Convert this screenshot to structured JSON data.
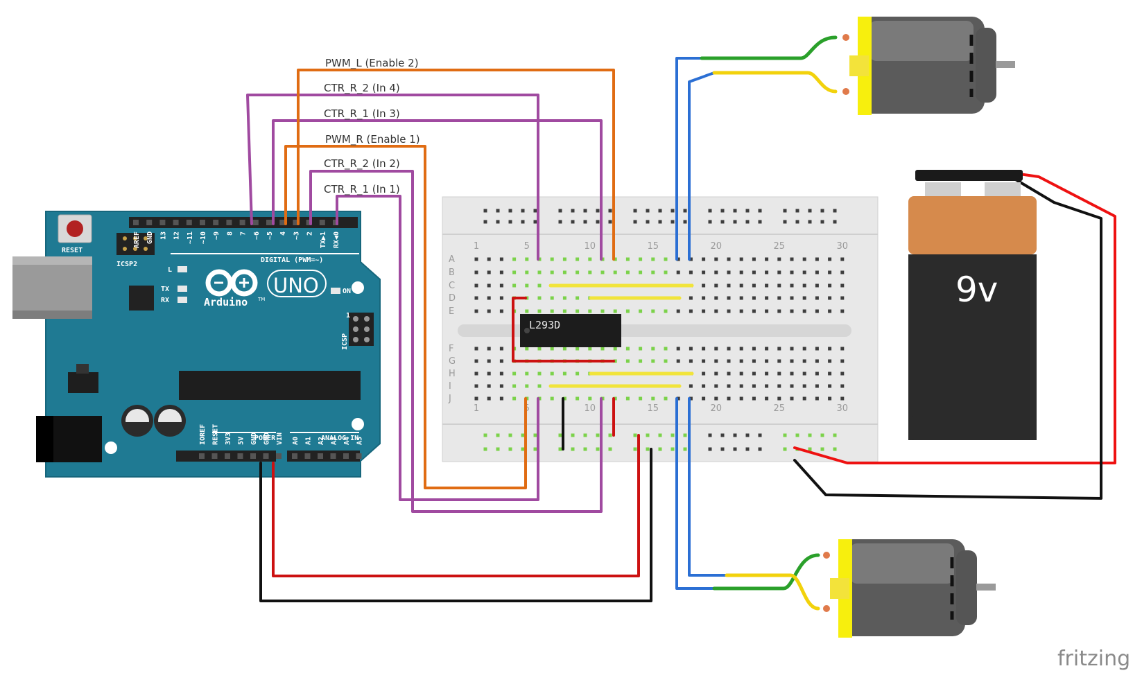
{
  "wire_labels": [
    "PWM_L  (Enable 2)",
    "CTR_R_2 (In 4)",
    "CTR_R_1 (In 3)",
    "PWM_R  (Enable 1)",
    "CTR_R_2 (In 2)",
    "CTR_R_1 (In 1)"
  ],
  "arduino": {
    "brand": "Arduino",
    "trademark": "TM",
    "model": "UNO",
    "reset": "RESET",
    "icsp2": "ICSP2",
    "icsp": "ICSP",
    "icsp_pin1": "1",
    "led_l": "L",
    "led_tx": "TX",
    "led_rx": "RX",
    "led_on": "ON",
    "digital": "DIGITAL (PWM=~)",
    "power": "POWER",
    "analog": "ANALOG IN",
    "top_pins": [
      "AREF",
      "GND",
      "13",
      "12",
      "~11",
      "~10",
      "~9",
      "8",
      "7",
      "~6",
      "~5",
      "4",
      "~3",
      "2",
      "TX▶1",
      "RX◀0"
    ],
    "power_pins": [
      "IOREF",
      "RESET",
      "3V3",
      "5V",
      "GND",
      "GND",
      "VIN"
    ],
    "analog_pins": [
      "A0",
      "A1",
      "A2",
      "A3",
      "A4",
      "A5"
    ]
  },
  "breadboard": {
    "row_letters_top": [
      "A",
      "B",
      "C",
      "D",
      "E"
    ],
    "row_letters_bottom": [
      "F",
      "G",
      "H",
      "I",
      "J"
    ],
    "column_numbers": [
      "1",
      "5",
      "10",
      "15",
      "20",
      "25",
      "30"
    ]
  },
  "chip": {
    "label": "L293D"
  },
  "battery": {
    "label": "9v"
  },
  "watermark": "fritzing"
}
